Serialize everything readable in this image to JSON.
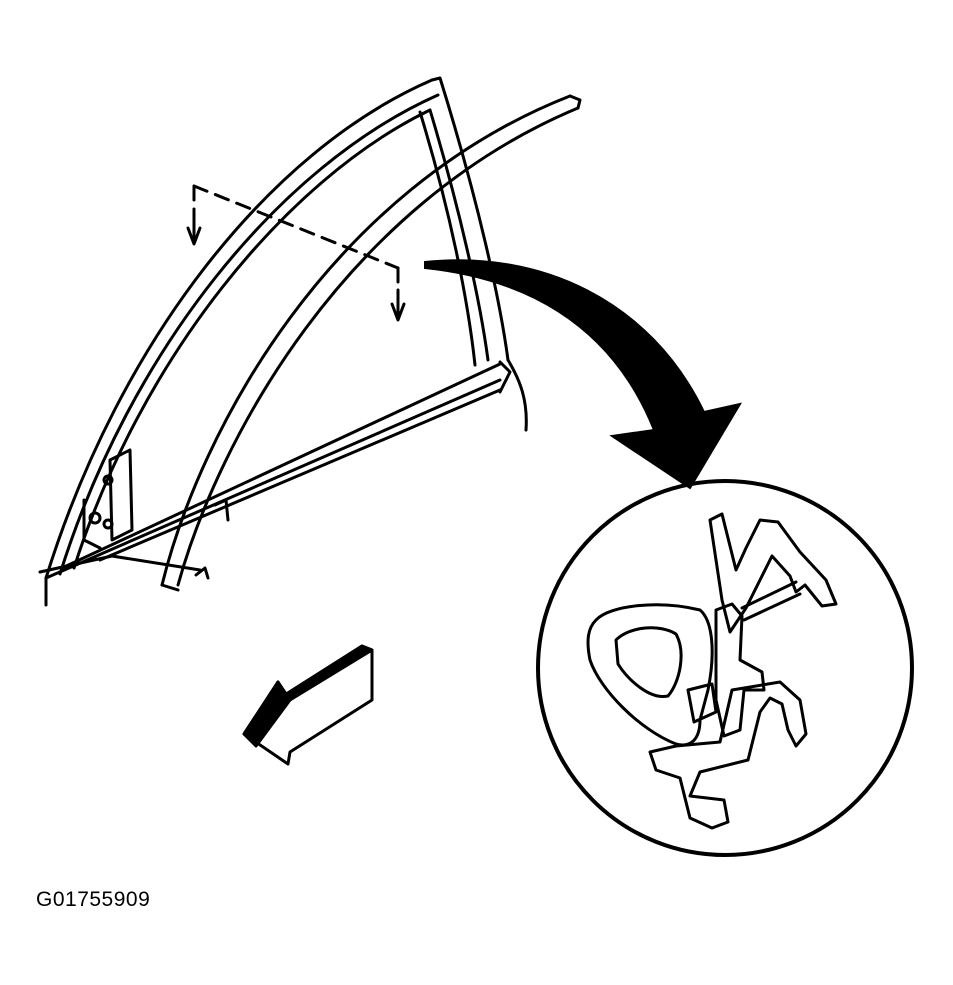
{
  "figure": {
    "id_label": "G01755909",
    "colors": {
      "ink": "#000000",
      "paper": "#ffffff"
    },
    "parts": [
      "door-window-frame",
      "glass-run-channel",
      "section-leader-arrow",
      "forward-direction-arrow",
      "detail-view-circle",
      "weatherstrip-cross-section"
    ]
  }
}
